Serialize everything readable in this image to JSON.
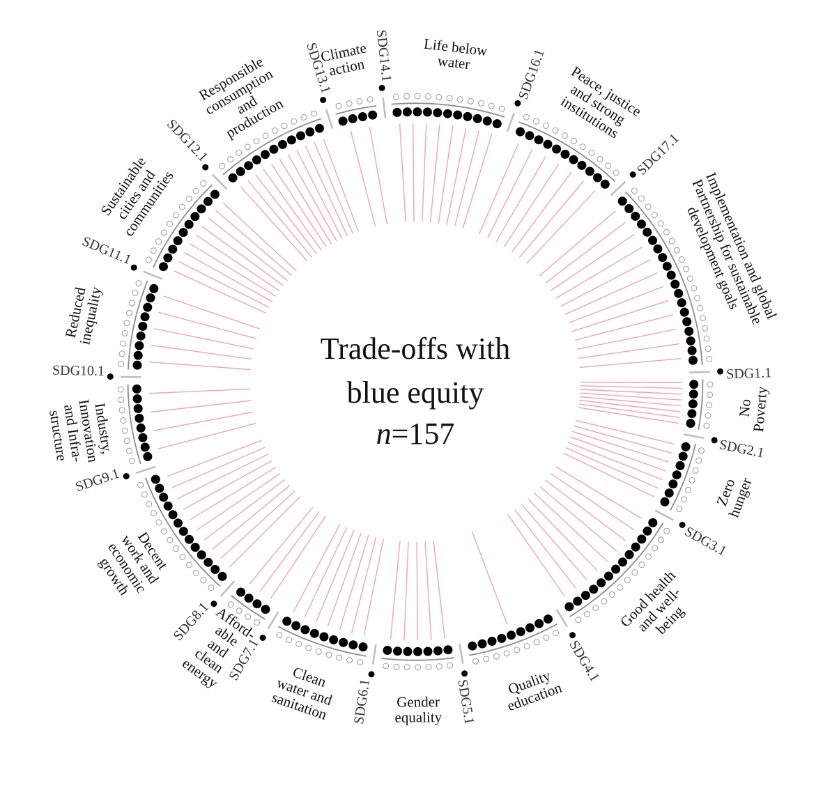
{
  "center": {
    "title_line1": "Trade-offs with",
    "title_line2": "blue equity",
    "n_label": "n",
    "n_value": "=157"
  },
  "colors": {
    "link": "#f0a4aa",
    "dot": "#000000",
    "arc": "#8c8c8c",
    "separator": "#bdbdbd",
    "text": "#111111"
  },
  "total_links": 157,
  "goals": [
    {
      "id": "sdg1",
      "name_lines": [
        "No",
        "Poverty"
      ],
      "target_label": "SDG1.1",
      "dots": 5,
      "links": 8
    },
    {
      "id": "sdg2",
      "name_lines": [
        "Zero",
        "hunger"
      ],
      "target_label": "SDG2.1",
      "dots": 7,
      "links": 7
    },
    {
      "id": "sdg3",
      "name_lines": [
        "Good health",
        "and well-",
        "being"
      ],
      "target_label": "SDG3.1",
      "dots": 13,
      "links": 9
    },
    {
      "id": "sdg4",
      "name_lines": [
        "Quality",
        "education"
      ],
      "target_label": "SDG4.1",
      "dots": 9,
      "links": 1
    },
    {
      "id": "sdg5",
      "name_lines": [
        "Gender",
        "equality"
      ],
      "target_label": "SDG5.1",
      "dots": 7,
      "links": 5
    },
    {
      "id": "sdg6",
      "name_lines": [
        "Clean",
        "water and",
        "sanitation"
      ],
      "target_label": "SDG6.1",
      "dots": 9,
      "links": 7
    },
    {
      "id": "sdg7",
      "name_lines": [
        "Afford-",
        "able",
        "and",
        "clean",
        "energy"
      ],
      "target_label": "SDG7.1",
      "dots": 4,
      "links": 3
    },
    {
      "id": "sdg8",
      "name_lines": [
        "Decent",
        "work and",
        "economic",
        "growth"
      ],
      "target_label": "SDG8.1",
      "dots": 13,
      "links": 10
    },
    {
      "id": "sdg9",
      "name_lines": [
        "Industry,",
        "Innovation",
        "and Infra-",
        "structure"
      ],
      "target_label": "SDG9.1",
      "dots": 8,
      "links": 4
    },
    {
      "id": "sdg10",
      "name_lines": [
        "Reduced",
        "inequality"
      ],
      "target_label": "SDG10.1",
      "dots": 9,
      "links": 5
    },
    {
      "id": "sdg11",
      "name_lines": [
        "Sustainable",
        "cities and",
        "communities"
      ],
      "target_label": "SDG11.1",
      "dots": 10,
      "links": 9
    },
    {
      "id": "sdg12",
      "name_lines": [
        "Responsible",
        "consumption",
        "and",
        "production"
      ],
      "target_label": "SDG12.1",
      "dots": 11,
      "links": 11
    },
    {
      "id": "sdg13",
      "name_lines": [
        "Climate",
        "action"
      ],
      "target_label": "SDG13.1",
      "dots": 4,
      "links": 2
    },
    {
      "id": "sdg14",
      "name_lines": [
        "Life below",
        "water"
      ],
      "target_label": "SDG14.1",
      "dots": 11,
      "links": 8
    },
    {
      "id": "sdg16",
      "name_lines": [
        "Peace, justice",
        "and strong",
        "institutions"
      ],
      "target_label": "SDG16.1",
      "dots": 11,
      "links": 7
    },
    {
      "id": "sdg17",
      "name_lines": [
        "Implementation and global",
        "Partnership for sustainable",
        "development goals"
      ],
      "target_label": "SDG17.1",
      "dots": 19,
      "links": 12
    }
  ]
}
